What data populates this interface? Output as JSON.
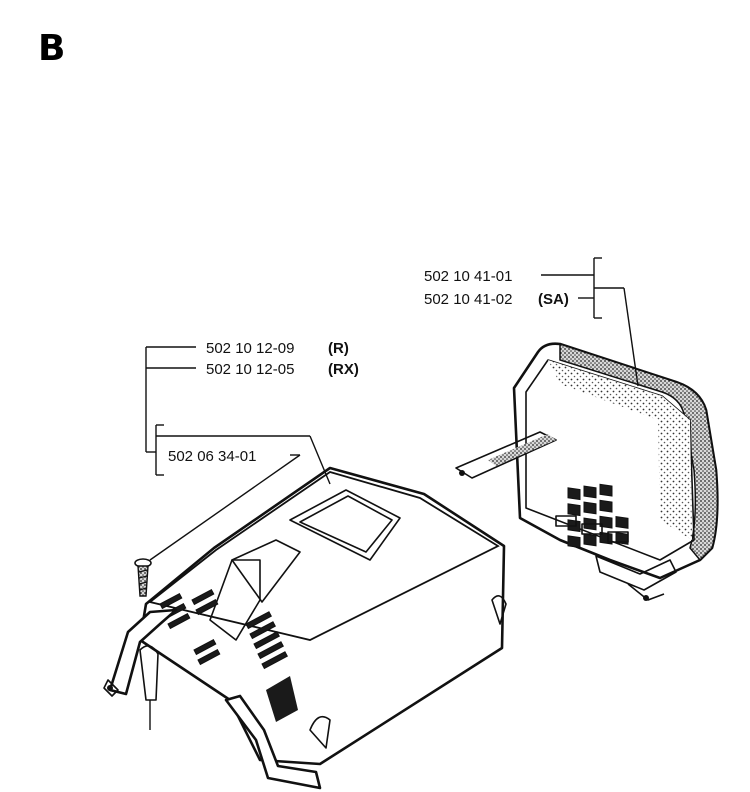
{
  "section_letter": "B",
  "callouts": {
    "muffler_cover": {
      "part_1": "502 10 41-01",
      "part_2": "502 10 41-02",
      "variant_2": "(SA)"
    },
    "cylinder_cover": {
      "part_1": "502 10 12-09",
      "variant_1": "(R)",
      "part_2": "502 10 12-05",
      "variant_2": "(RX)"
    },
    "screw": {
      "part": "502 06 34-01"
    }
  }
}
